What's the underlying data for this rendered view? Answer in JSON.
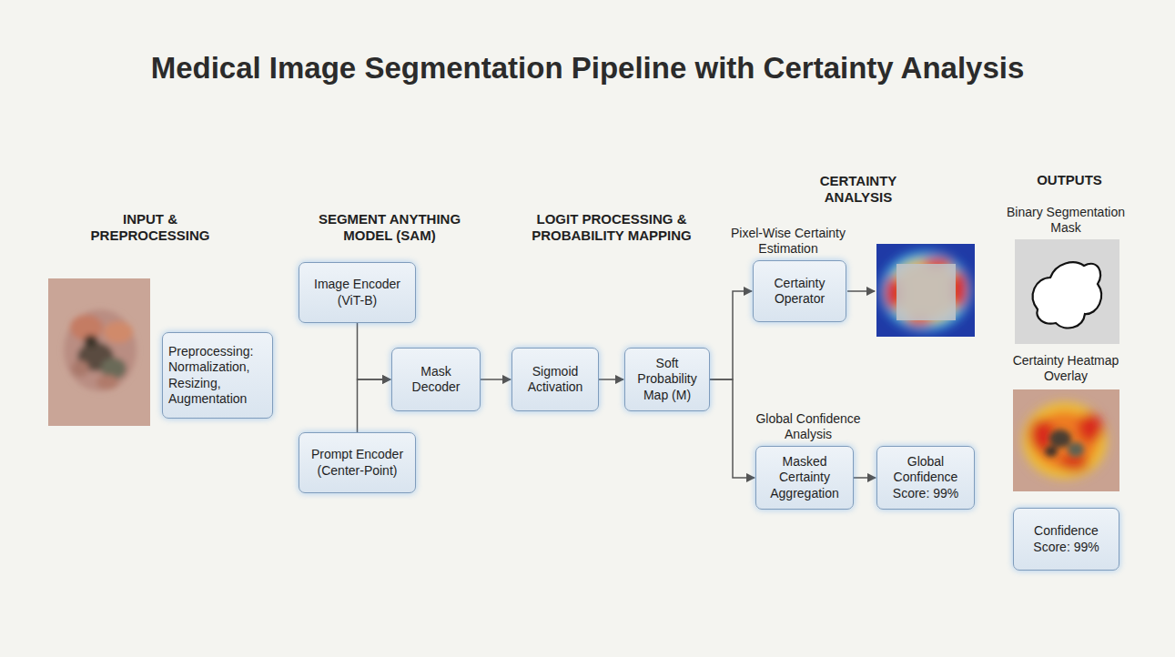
{
  "diagram": {
    "title": "Medical Image Segmentation Pipeline with Certainty Analysis",
    "nodes": [
      {
        "text": [
          "Preprocessing: Normalization, Resizing, Augmentation"
        ]
      },
      {
        "text": [
          "Image Encoder (ViT-B)"
        ]
      },
      {
        "text": [
          "Prompt Encoder (Center-Point)"
        ]
      },
      {
        "text": [
          "Mask Decoder"
        ]
      },
      {
        "text": [
          "Sigmoid Activation"
        ]
      },
      {
        "text": [
          "Soft Probability Map (M)"
        ]
      },
      {
        "text": [
          "Certainty Operator"
        ]
      },
      {
        "text": [
          "Masked Certainty Aggregation"
        ]
      },
      {
        "text": [
          "Global Confidence Score: 99%"
        ]
      },
      {
        "text": [
          "Confidence Score: 99%"
        ]
      }
    ],
    "edges": [
      {
        "from": 1,
        "to": 3,
        "arrow": "to"
      },
      {
        "from": 2,
        "to": 3,
        "arrow": "to"
      },
      {
        "from": 3,
        "to": 4,
        "arrow": "to"
      },
      {
        "from": 4,
        "to": 5,
        "arrow": "to"
      },
      {
        "from": 5,
        "to": 6,
        "arrow": "to"
      },
      {
        "from": 5,
        "to": 7,
        "arrow": "to"
      },
      {
        "from": 7,
        "to": 8,
        "arrow": "to"
      }
    ],
    "labels": [
      "INPUT & PREPROCESSING",
      "SEGMENT ANYTHING MODEL (SAM)",
      "LOGIT PROCESSING & PROBABILITY MAPPING",
      "CERTAINTY ANALYSIS",
      "OUTPUTS",
      "Pixel-Wise Certainty Estimation",
      "Global Confidence Analysis",
      "Binary Segmentation Mask",
      "Certainty Heatmap Overlay"
    ]
  }
}
